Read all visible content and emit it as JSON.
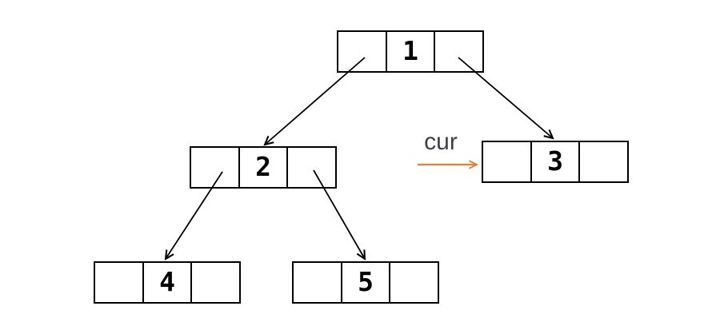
{
  "diagram": {
    "type": "binary-tree-linked-nodes",
    "background_color": "#ffffff",
    "line_color": "#000000",
    "accent_color": "#ED7D31",
    "nodes": [
      {
        "id": "node1",
        "value": "1"
      },
      {
        "id": "node2",
        "value": "2"
      },
      {
        "id": "node3",
        "value": "3"
      },
      {
        "id": "node4",
        "value": "4"
      },
      {
        "id": "node5",
        "value": "5"
      }
    ],
    "edges": [
      {
        "from": "node1",
        "to": "node2",
        "pointer": "left"
      },
      {
        "from": "node1",
        "to": "node3",
        "pointer": "right"
      },
      {
        "from": "node2",
        "to": "node4",
        "pointer": "left"
      },
      {
        "from": "node2",
        "to": "node5",
        "pointer": "right"
      }
    ],
    "cursor": {
      "label": "cur",
      "points_to": "node3"
    }
  }
}
